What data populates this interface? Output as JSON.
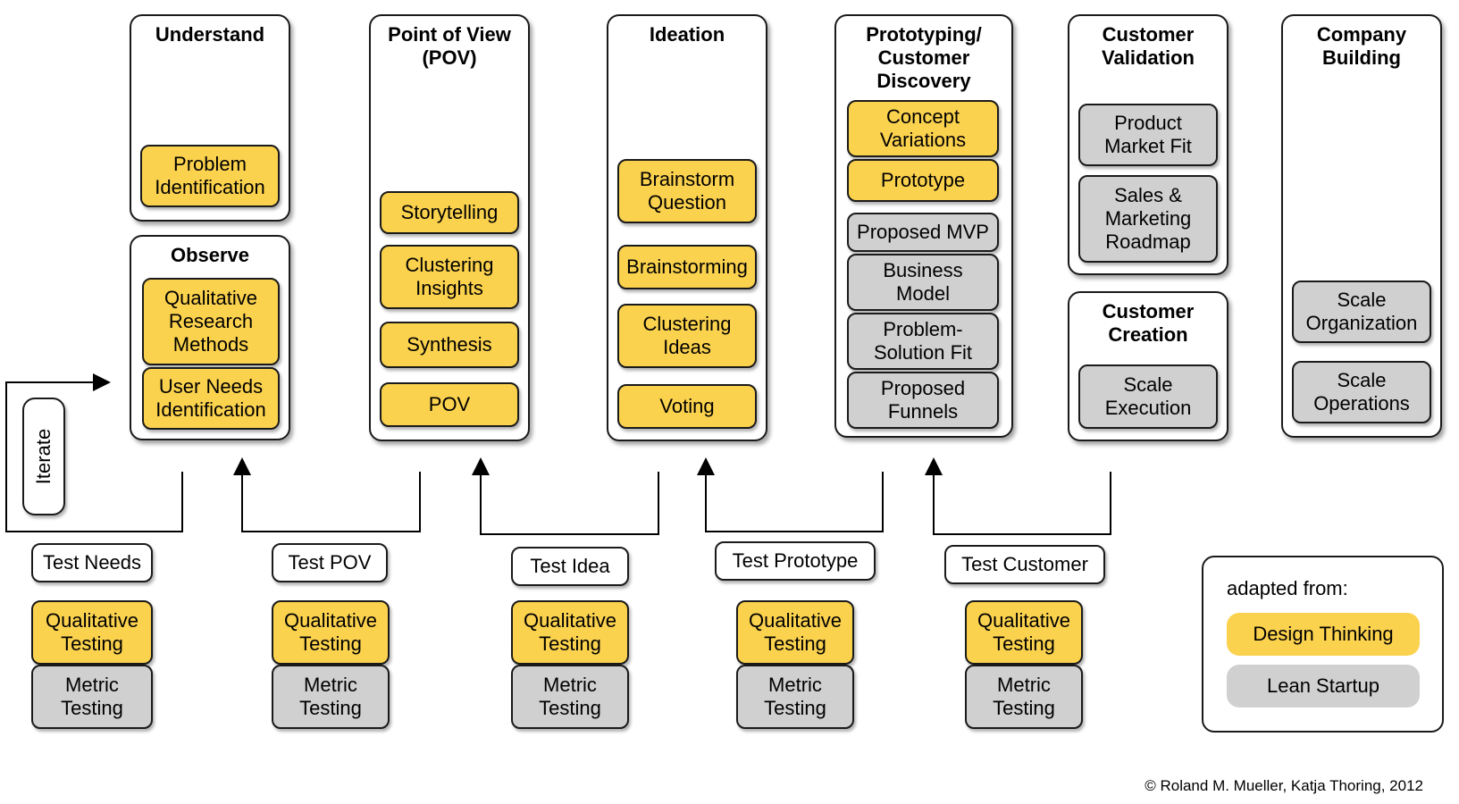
{
  "phases": {
    "understand": {
      "title": "Understand",
      "items": [
        "Problem\nIdentification"
      ]
    },
    "observe": {
      "title": "Observe",
      "items": [
        "Qualitative\nResearch\nMethods",
        "User Needs\nIdentification"
      ]
    },
    "pov": {
      "title": "Point of View\n(POV)",
      "items": [
        "Storytelling",
        "Clustering\nInsights",
        "Synthesis",
        "POV"
      ]
    },
    "ideation": {
      "title": "Ideation",
      "items": [
        "Brainstorm\nQuestion",
        "Brainstorming",
        "Clustering\nIdeas",
        "Voting"
      ]
    },
    "prototyping": {
      "title": "Prototyping/\nCustomer\nDiscovery",
      "items": [
        "Concept\nVariations",
        "Prototype",
        "Proposed MVP",
        "Business\nModel",
        "Problem-\nSolution Fit",
        "Proposed\nFunnels"
      ]
    },
    "validation": {
      "title": "Customer\nValidation",
      "items": [
        "Product\nMarket Fit",
        "Sales &\nMarketing\nRoadmap"
      ]
    },
    "creation": {
      "title": "Customer\nCreation",
      "items": [
        "Scale\nExecution"
      ]
    },
    "building": {
      "title": "Company\nBuilding",
      "items": [
        "Scale\nOrganization",
        "Scale\nOperations"
      ]
    }
  },
  "tests": [
    {
      "label": "Test Needs",
      "qual": "Qualitative\nTesting",
      "metric": "Metric\nTesting"
    },
    {
      "label": "Test POV",
      "qual": "Qualitative\nTesting",
      "metric": "Metric\nTesting"
    },
    {
      "label": "Test Idea",
      "qual": "Qualitative\nTesting",
      "metric": "Metric\nTesting"
    },
    {
      "label": "Test Prototype",
      "qual": "Qualitative\nTesting",
      "metric": "Metric\nTesting"
    },
    {
      "label": "Test Customer",
      "qual": "Qualitative\nTesting",
      "metric": "Metric\nTesting"
    }
  ],
  "iterate_label": "Iterate",
  "legend": {
    "title": "adapted from:",
    "design_thinking": "Design Thinking",
    "lean_startup": "Lean Startup",
    "design_thinking_color": "#fbd24e",
    "lean_startup_color": "#d0d0d0"
  },
  "copyright": "© Roland M. Mueller, Katja Thoring, 2012"
}
